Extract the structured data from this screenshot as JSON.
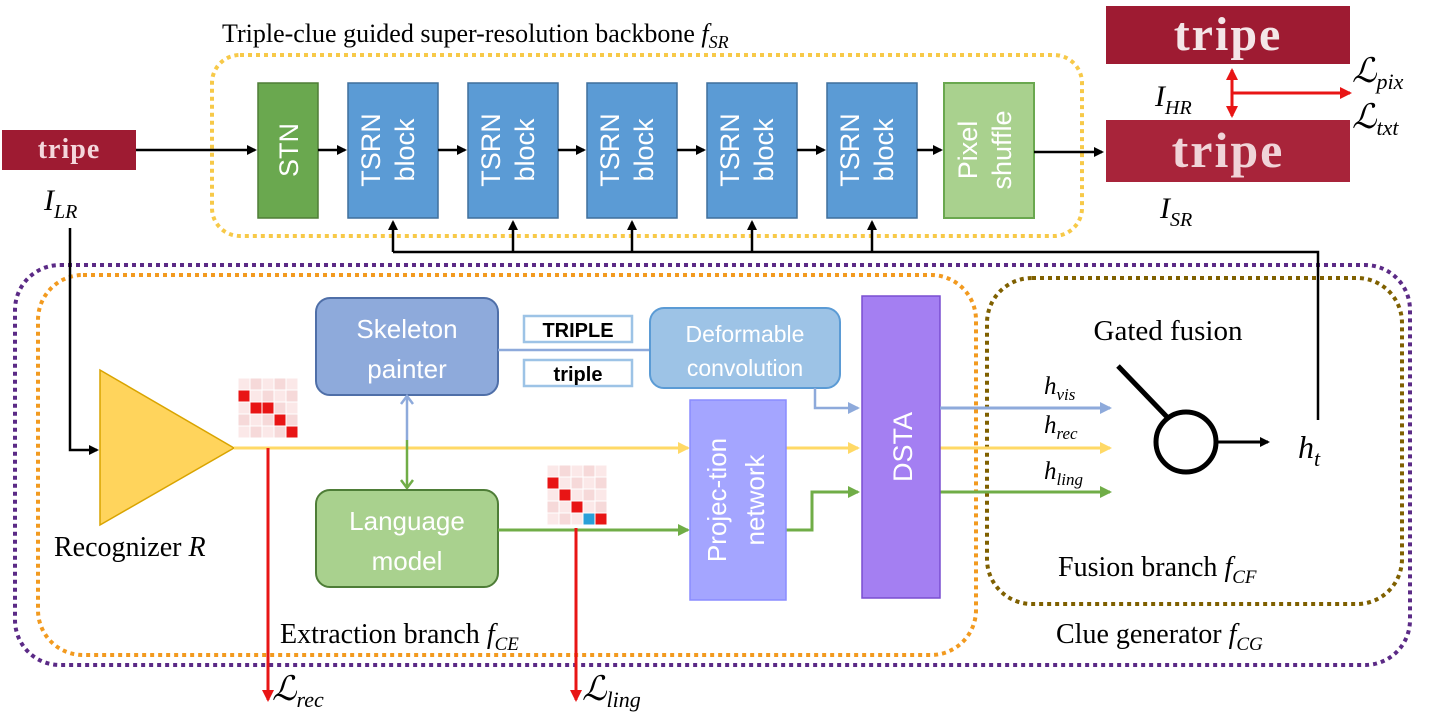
{
  "colors": {
    "stn": "#6aa84f",
    "tsrn": "#5b9bd5",
    "pixel": "#a9d18e",
    "skeleton": "#8eaadb",
    "deform": "#9dc3e6",
    "language": "#a9d18e",
    "projection": "#a4a5ff",
    "dsta": "#a47ff2",
    "recognizer": "#ffd45c",
    "backbone_border": "#f7c948",
    "extraction_border": "#f29a1f",
    "clue_border": "#5b2a86",
    "fusion_border": "#7f6000",
    "arrow_vis": "#8eaadb",
    "arrow_rec": "#ffd966",
    "arrow_ling": "#70ad47",
    "loss_red": "#e81515",
    "image_red": "#9e1b32"
  },
  "backbone": {
    "title": "Triple-clue guided super-resolution backbone",
    "title_symbol": "f",
    "title_sub": "SR",
    "stn_label": "STN",
    "tsrn_line1": "TSRN",
    "tsrn_line2": "block",
    "pixel_line1": "Pixel",
    "pixel_line2": "shuffle"
  },
  "images": {
    "lr_word": "tripe",
    "lr_symbol": "I",
    "lr_sub": "LR",
    "hr_word": "tripe",
    "hr_symbol": "I",
    "hr_sub": "HR",
    "sr_word": "tripe",
    "sr_symbol": "I",
    "sr_sub": "SR"
  },
  "losses": {
    "pix_sub": "pix",
    "txt_sub": "txt",
    "rec_sub": "rec",
    "ling_sub": "ling",
    "script_L": "ℒ"
  },
  "extraction": {
    "recognizer_label": "Recognizer",
    "recognizer_symbol": "R",
    "skeleton_line1": "Skeleton",
    "skeleton_line2": "painter",
    "skeleton_upper": "TRIPLE",
    "skeleton_lower": "triple",
    "deform_line1": "Deformable",
    "deform_line2": "convolution",
    "language_line1": "Language",
    "language_line2": "model",
    "projection_line1": "Projec-",
    "projection_line2": "tion",
    "projection_line3": "network",
    "dsta_label": "DSTA",
    "branch_title": "Extraction branch",
    "branch_symbol": "f",
    "branch_sub": "CE"
  },
  "fusion": {
    "gated_label": "Gated fusion",
    "h_vis_sub": "vis",
    "h_rec_sub": "rec",
    "h_ling_sub": "ling",
    "h_t_sub": "t",
    "h_symbol": "h",
    "branch_title": "Fusion branch",
    "branch_symbol": "f",
    "branch_sub": "CF",
    "clue_title": "Clue generator",
    "clue_symbol": "f",
    "clue_sub": "CG"
  }
}
